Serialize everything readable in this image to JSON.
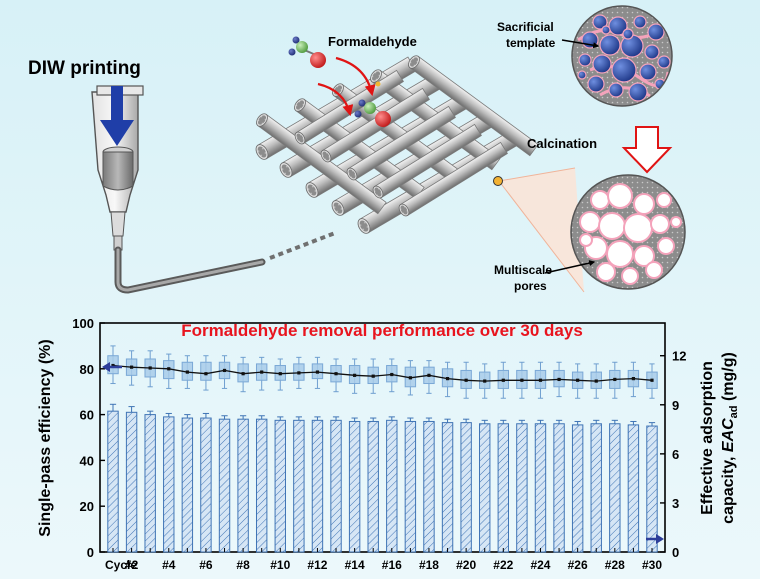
{
  "labels": {
    "diw_printing": "DIW printing",
    "formaldehyde": "Formaldehyde",
    "sacrificial_line1": "Sacrificial",
    "sacrificial_line2": "template",
    "calcination": "Calcination",
    "multiscale_line1": "Multiscale",
    "multiscale_line2": "pores"
  },
  "colors": {
    "background": "#dff4f8",
    "title_red": "#e8141e",
    "bar_fill": "#9fc3e6",
    "box_fill": "#a8cbe9",
    "arrow_blue": "#2d3e9a",
    "sphere_blue": "#2c4aa0",
    "pore_pink": "#f4a3bb"
  },
  "chart_data": {
    "type": "bar",
    "title": "Formaldehyde removal performance over 30 days",
    "ylabel": "Single-pass efficiency (%)",
    "y2label_line1": "Effective adsorption",
    "y2label_line2_prefix": "capacity, ",
    "y2label_italic": "EAC",
    "y2label_sub": "ad",
    "y2label_unit": " (mg/g)",
    "ylim": [
      0,
      100
    ],
    "y2lim": [
      0,
      14
    ],
    "yticks": [
      "0",
      "20",
      "40",
      "60",
      "80",
      "100"
    ],
    "y2ticks": [
      "0",
      "3",
      "6",
      "9",
      "12"
    ],
    "y2tick_values": [
      0,
      3,
      6,
      9,
      12
    ],
    "xtick_labels": [
      "Cycle",
      "#2",
      "#4",
      "#6",
      "#8",
      "#10",
      "#12",
      "#14",
      "#16",
      "#18",
      "#20",
      "#22",
      "#24",
      "#26",
      "#28",
      "#30"
    ],
    "xtick_cycles": [
      1,
      2,
      4,
      6,
      8,
      10,
      12,
      14,
      16,
      18,
      20,
      22,
      24,
      26,
      28,
      30
    ],
    "cycles": [
      1,
      2,
      3,
      4,
      5,
      6,
      7,
      8,
      9,
      10,
      11,
      12,
      13,
      14,
      15,
      16,
      17,
      18,
      19,
      20,
      21,
      22,
      23,
      24,
      25,
      26,
      27,
      28,
      29,
      30
    ],
    "efficiency": [
      61.5,
      61,
      60,
      59,
      58.5,
      58.5,
      58,
      58,
      58,
      57.5,
      57.5,
      57.5,
      57.5,
      57,
      57,
      57.5,
      57,
      57,
      56.5,
      56.5,
      56,
      56,
      56,
      56,
      56,
      55.5,
      56,
      56,
      55.5,
      55
    ],
    "efficiency_error": [
      3,
      2.5,
      1.5,
      1.5,
      1.5,
      2,
      1.5,
      1.5,
      1.5,
      1.5,
      1.5,
      1.5,
      1.5,
      1.5,
      1.5,
      1.5,
      1.5,
      1.5,
      1.5,
      1.5,
      1.5,
      1.5,
      1.5,
      1.5,
      1.5,
      1.5,
      1.5,
      1.5,
      1.5,
      1.5
    ],
    "eac_mean": [
      11.4,
      11.3,
      11.25,
      11.2,
      11.0,
      10.9,
      11.1,
      10.9,
      11.0,
      10.9,
      10.95,
      11.0,
      10.9,
      10.8,
      10.75,
      10.85,
      10.65,
      10.8,
      10.6,
      10.5,
      10.45,
      10.5,
      10.5,
      10.5,
      10.55,
      10.5,
      10.45,
      10.55,
      10.6,
      10.5
    ],
    "eac_q1": [
      10.9,
      10.8,
      10.7,
      10.6,
      10.5,
      10.5,
      10.6,
      10.4,
      10.5,
      10.5,
      10.5,
      10.6,
      10.4,
      10.3,
      10.3,
      10.4,
      10.1,
      10.3,
      10.1,
      10.0,
      10.0,
      10.0,
      10.0,
      10.0,
      10.1,
      10.0,
      10.0,
      10.0,
      10.1,
      10.0
    ],
    "eac_q3": [
      12.0,
      11.8,
      11.8,
      11.7,
      11.6,
      11.6,
      11.6,
      11.5,
      11.5,
      11.4,
      11.5,
      11.5,
      11.4,
      11.4,
      11.3,
      11.4,
      11.3,
      11.3,
      11.2,
      11.1,
      11.0,
      11.1,
      11.1,
      11.1,
      11.1,
      11.0,
      11.0,
      11.1,
      11.1,
      11.0
    ],
    "eac_min": [
      10.3,
      10.2,
      10.1,
      10.0,
      10.0,
      9.9,
      10.0,
      9.8,
      9.9,
      9.9,
      10.0,
      10.0,
      9.8,
      9.7,
      9.7,
      9.8,
      9.6,
      9.7,
      9.5,
      9.4,
      9.4,
      9.4,
      9.4,
      9.4,
      9.5,
      9.4,
      9.4,
      9.4,
      9.5,
      9.4
    ],
    "eac_max": [
      12.6,
      12.3,
      12.3,
      12.1,
      12.0,
      12.0,
      12.0,
      11.9,
      11.9,
      11.8,
      11.9,
      11.9,
      11.8,
      11.8,
      11.8,
      11.8,
      11.7,
      11.7,
      11.6,
      11.6,
      11.5,
      11.6,
      11.6,
      11.6,
      11.6,
      11.5,
      11.5,
      11.6,
      11.6,
      11.5
    ]
  }
}
